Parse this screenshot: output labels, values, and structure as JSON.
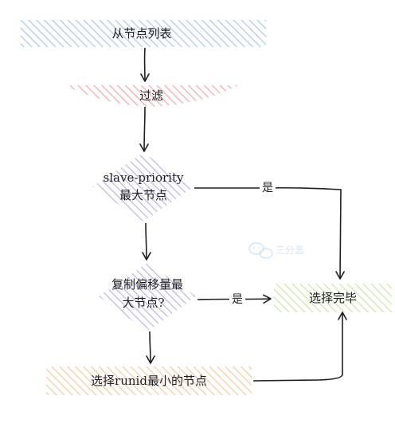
{
  "diagram": {
    "nodes": {
      "list": {
        "label": "从节点列表",
        "color": "#a9c4f0"
      },
      "filter": {
        "label": "过滤",
        "color": "#f2a7a9"
      },
      "priority": {
        "line1": "slave-priority",
        "line2": "最大节点",
        "color": "#b8b4ec"
      },
      "offset": {
        "line1": "复制偏移量最",
        "line2": "大节点?",
        "color": "#b8b4ec"
      },
      "runid": {
        "label": "选择runid最小的节点",
        "color": "#f7c9a0"
      },
      "done": {
        "label": "选择完毕",
        "color": "#c9e6a8"
      }
    },
    "edges": {
      "yes1": "是",
      "yes2": "是"
    },
    "stroke_color": "#1f1f1f"
  },
  "watermark": {
    "text": "三分恶",
    "color": "#cfe0f5"
  }
}
